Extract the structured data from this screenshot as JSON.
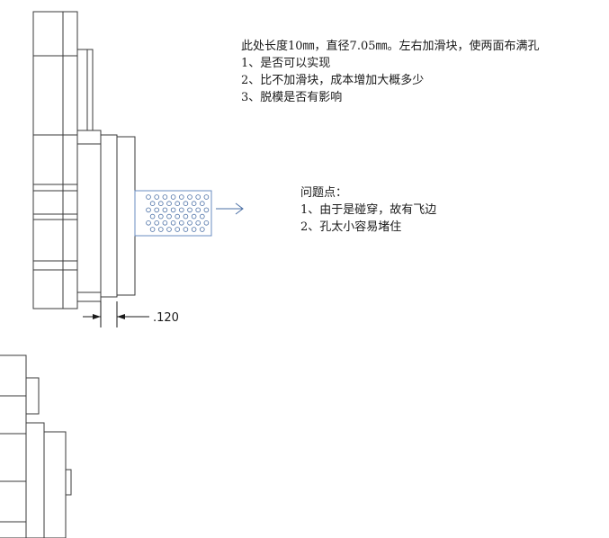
{
  "notes": {
    "top": {
      "line1": "此处长度10㎜，直径7.05㎜。左右加滑块，使两面布满孔",
      "line2": "1、是否可以实现",
      "line3": "2、比不加滑块，成本增加大概多少",
      "line4": "3、脱模是否有影响"
    },
    "issues": {
      "title": "问题点：",
      "item1": "1、由于是碰穿，故有飞边",
      "item2": "2、孔太小容易堵住"
    }
  },
  "dimension": {
    "label": ".120"
  },
  "colors": {
    "line": "#3a3a3a",
    "hole": "#4a6fa5",
    "arrow": "#4a6fa5"
  }
}
